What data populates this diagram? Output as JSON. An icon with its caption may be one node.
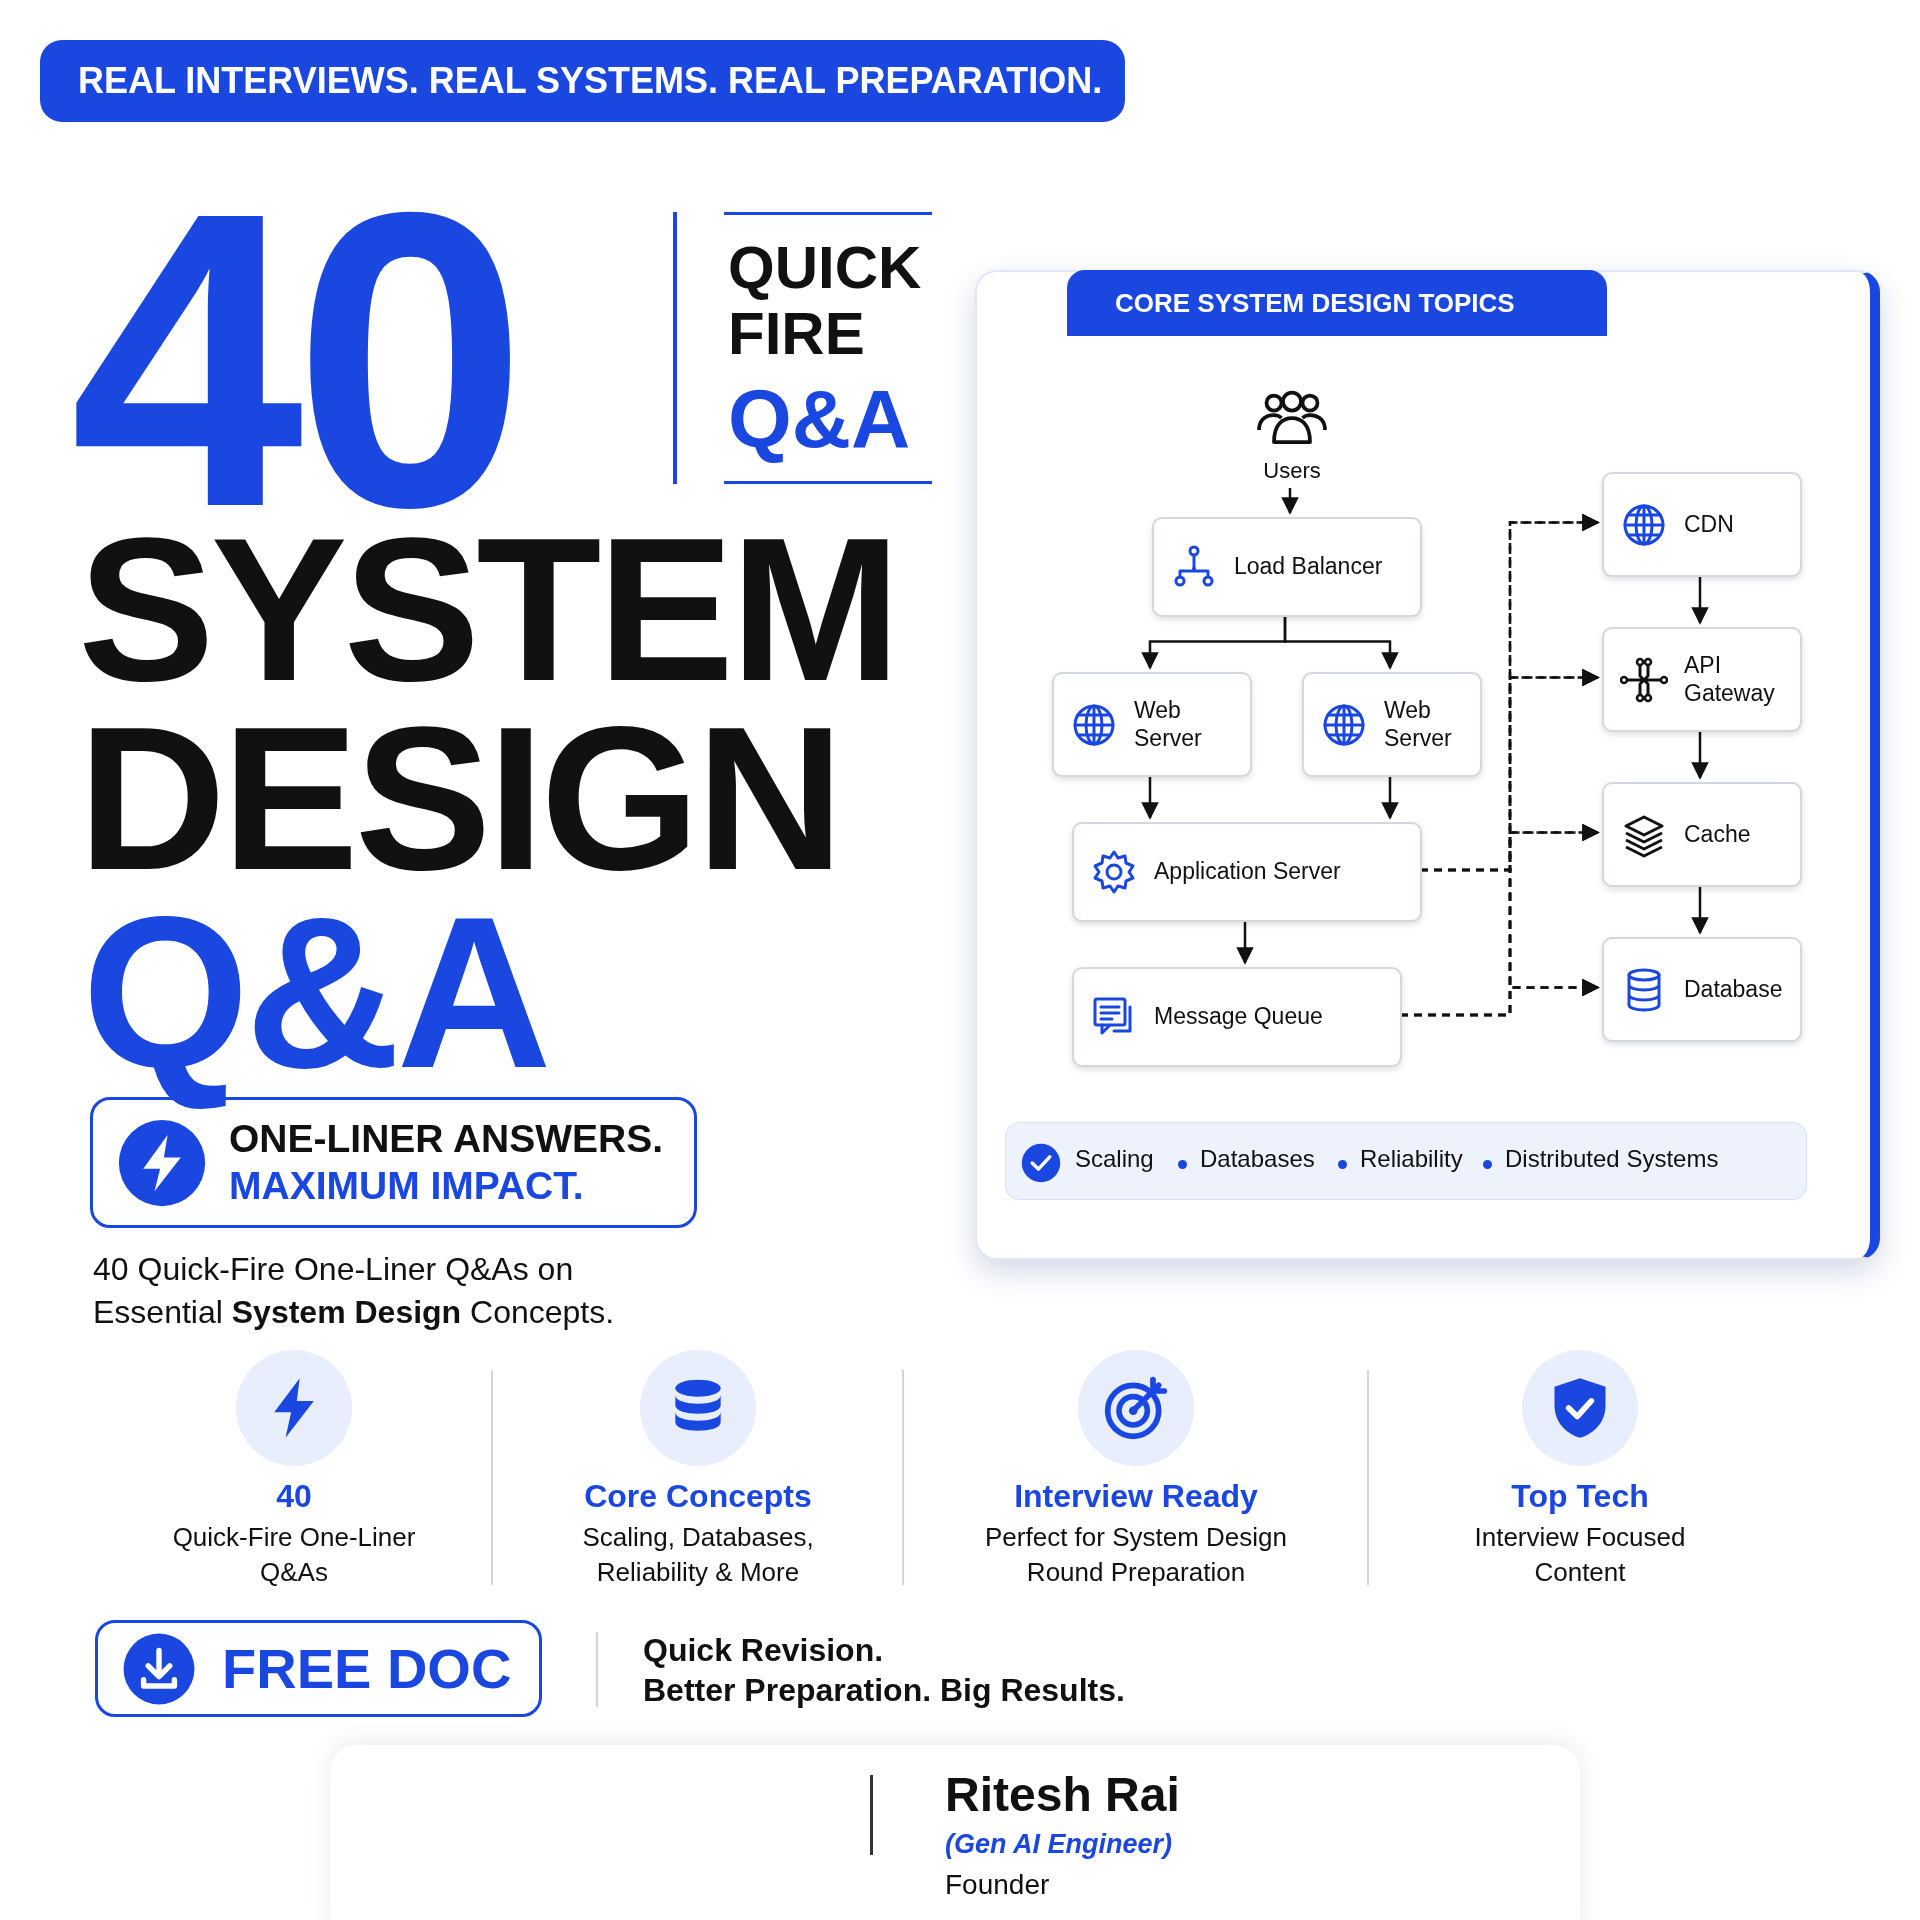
{
  "diagram": {
    "nodes": [
      {
        "text": [
          "REAL INTERVIEWS. REAL SYSTEMS. REAL PREPARATION."
        ]
      },
      {
        "text": [
          "CORE SYSTEM DESIGN TOPICS"
        ]
      },
      {
        "text": [
          "Users"
        ],
        "in": 1
      },
      {
        "text": [
          "Load Balancer"
        ],
        "in": 1
      },
      {
        "text": [
          "Web Server"
        ],
        "in": 1
      },
      {
        "text": [
          "Web Server"
        ],
        "in": 1
      },
      {
        "text": [
          "Application Server"
        ],
        "in": 1
      },
      {
        "text": [
          "Message Queue"
        ],
        "in": 1
      },
      {
        "text": [
          "CDN"
        ],
        "in": 1
      },
      {
        "text": [
          "API Gateway"
        ],
        "in": 1
      },
      {
        "text": [
          "Cache"
        ],
        "in": 1
      },
      {
        "text": [
          "Database"
        ],
        "in": 1
      },
      {
        "text": [
          "ONE-LINER ANSWERS.",
          "MAXIMUM IMPACT."
        ]
      },
      {
        "text": [
          "FREE DOC"
        ]
      },
      {
        "text": [
          "Ritesh Rai",
          "(Gen AI Engineer)",
          "Founder"
        ]
      }
    ],
    "edges": [
      {
        "from": 2,
        "to": 3,
        "arrow": "to"
      },
      {
        "from": 3,
        "to": 4,
        "arrow": "to"
      },
      {
        "from": 3,
        "to": 5,
        "arrow": "to"
      },
      {
        "from": 4,
        "to": 6,
        "arrow": "to"
      },
      {
        "from": 5,
        "to": 6,
        "arrow": "to"
      },
      {
        "from": 6,
        "to": 7,
        "arrow": "to"
      },
      {
        "from": 8,
        "to": 9,
        "arrow": "to"
      },
      {
        "from": 9,
        "to": 10,
        "arrow": "to"
      },
      {
        "from": 10,
        "to": 11,
        "arrow": "to"
      },
      {
        "from": 6,
        "to": 8,
        "arrow": "to",
        "style": "dashed"
      },
      {
        "from": 6,
        "to": 9,
        "arrow": "to",
        "style": "dashed"
      },
      {
        "from": 6,
        "to": 10,
        "arrow": "to",
        "style": "dashed"
      },
      {
        "from": 6,
        "to": 11,
        "arrow": "to",
        "style": "dashed"
      },
      {
        "from": 7,
        "to": 8,
        "arrow": "to",
        "style": "dashed"
      },
      {
        "from": 7,
        "to": 9,
        "arrow": "to",
        "style": "dashed"
      },
      {
        "from": 7,
        "to": 10,
        "arrow": "to",
        "style": "dashed"
      },
      {
        "from": 7,
        "to": 11,
        "arrow": "to",
        "style": "dashed"
      }
    ],
    "labels": [
      "40",
      "QUICK FIRE",
      "Q&A",
      "SYSTEM DESIGN",
      "Q&A",
      "Scaling",
      "Databases",
      "Reliability",
      "Distributed Systems",
      "40 Quick-Fire One-Liner Q&As on Essential **System Design** Concepts.",
      "40",
      "Quick-Fire One-Liner Q&As",
      "Core Concepts",
      "Scaling, Databases, Reliability & More",
      "Interview Ready",
      "Perfect for System Design Round Preparation",
      "Top Tech",
      "Interview Focused Content",
      "Quick Revision.",
      "Better Preparation. **Big Results.**"
    ]
  }
}
